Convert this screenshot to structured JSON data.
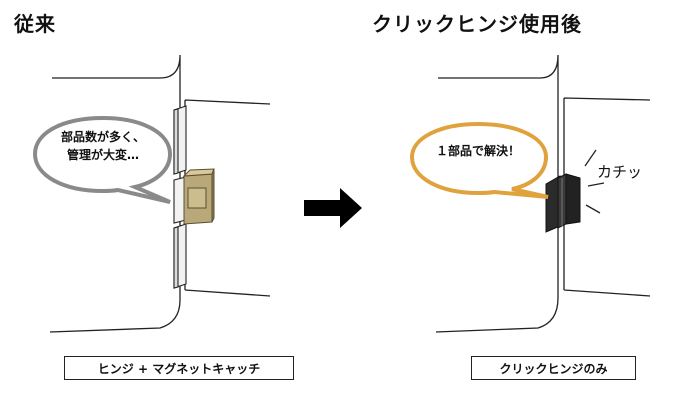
{
  "titles": {
    "left": "従来",
    "right": "クリックヒンジ使用後"
  },
  "bubbles": {
    "left_line1": "部品数が多く、",
    "left_line2": "管理が大変…",
    "right": "１部品で解決！"
  },
  "sound_effect": "カチッ",
  "captions": {
    "left": "ヒンジ + マグネットキャッチ",
    "right": "クリックヒンジのみ"
  },
  "colors": {
    "bubble_left_border": "#8a8a8a",
    "bubble_right_border": "#e0a23c",
    "magnet_catch": "#b9a87a",
    "click_hinge": "#2b2b2b",
    "arrow": "#000000"
  }
}
